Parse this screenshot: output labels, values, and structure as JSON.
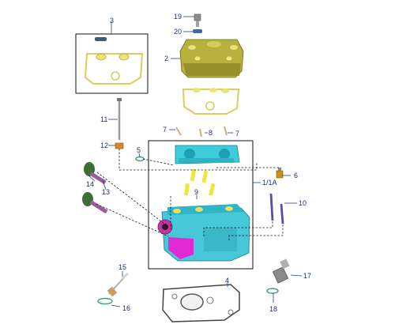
{
  "callouts": {
    "c1": "1/1A",
    "c2": "2",
    "c3": "3",
    "c4": "4",
    "c5": "5",
    "c6": "6",
    "c7a": "7",
    "c7b": "7",
    "c8": "8",
    "c9": "9",
    "c10": "10",
    "c11": "11",
    "c12": "12",
    "c13": "13",
    "c14": "14",
    "c15": "15",
    "c16": "16",
    "c17": "17",
    "c18": "18",
    "c19": "19",
    "c20": "20"
  },
  "colors": {
    "callout_text": "#1f2f86",
    "cover_gold": "#b8b040",
    "gasket_yellow": "#e2d86a",
    "head_cyan": "#38c8d8",
    "head_magenta": "#e030c8",
    "olive_cap": "#3e6e36",
    "bolt_purple": "#6b4fa0"
  }
}
